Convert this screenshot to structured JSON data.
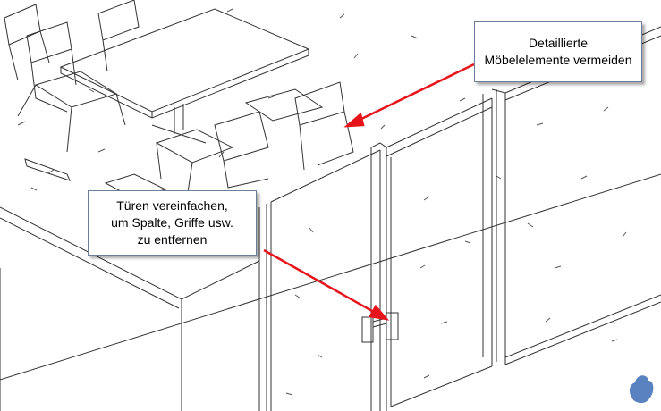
{
  "callouts": {
    "furniture": {
      "lines": [
        "Detaillierte",
        "Möbelelemente vermeiden"
      ]
    },
    "doors": {
      "lines": [
        "Türen vereinfachen,",
        "um Spalte, Griffe usw.",
        "zu entfernen"
      ]
    }
  },
  "colors": {
    "arrow": "#e8141b",
    "line": "#333333",
    "logo": "#5a82c0"
  }
}
